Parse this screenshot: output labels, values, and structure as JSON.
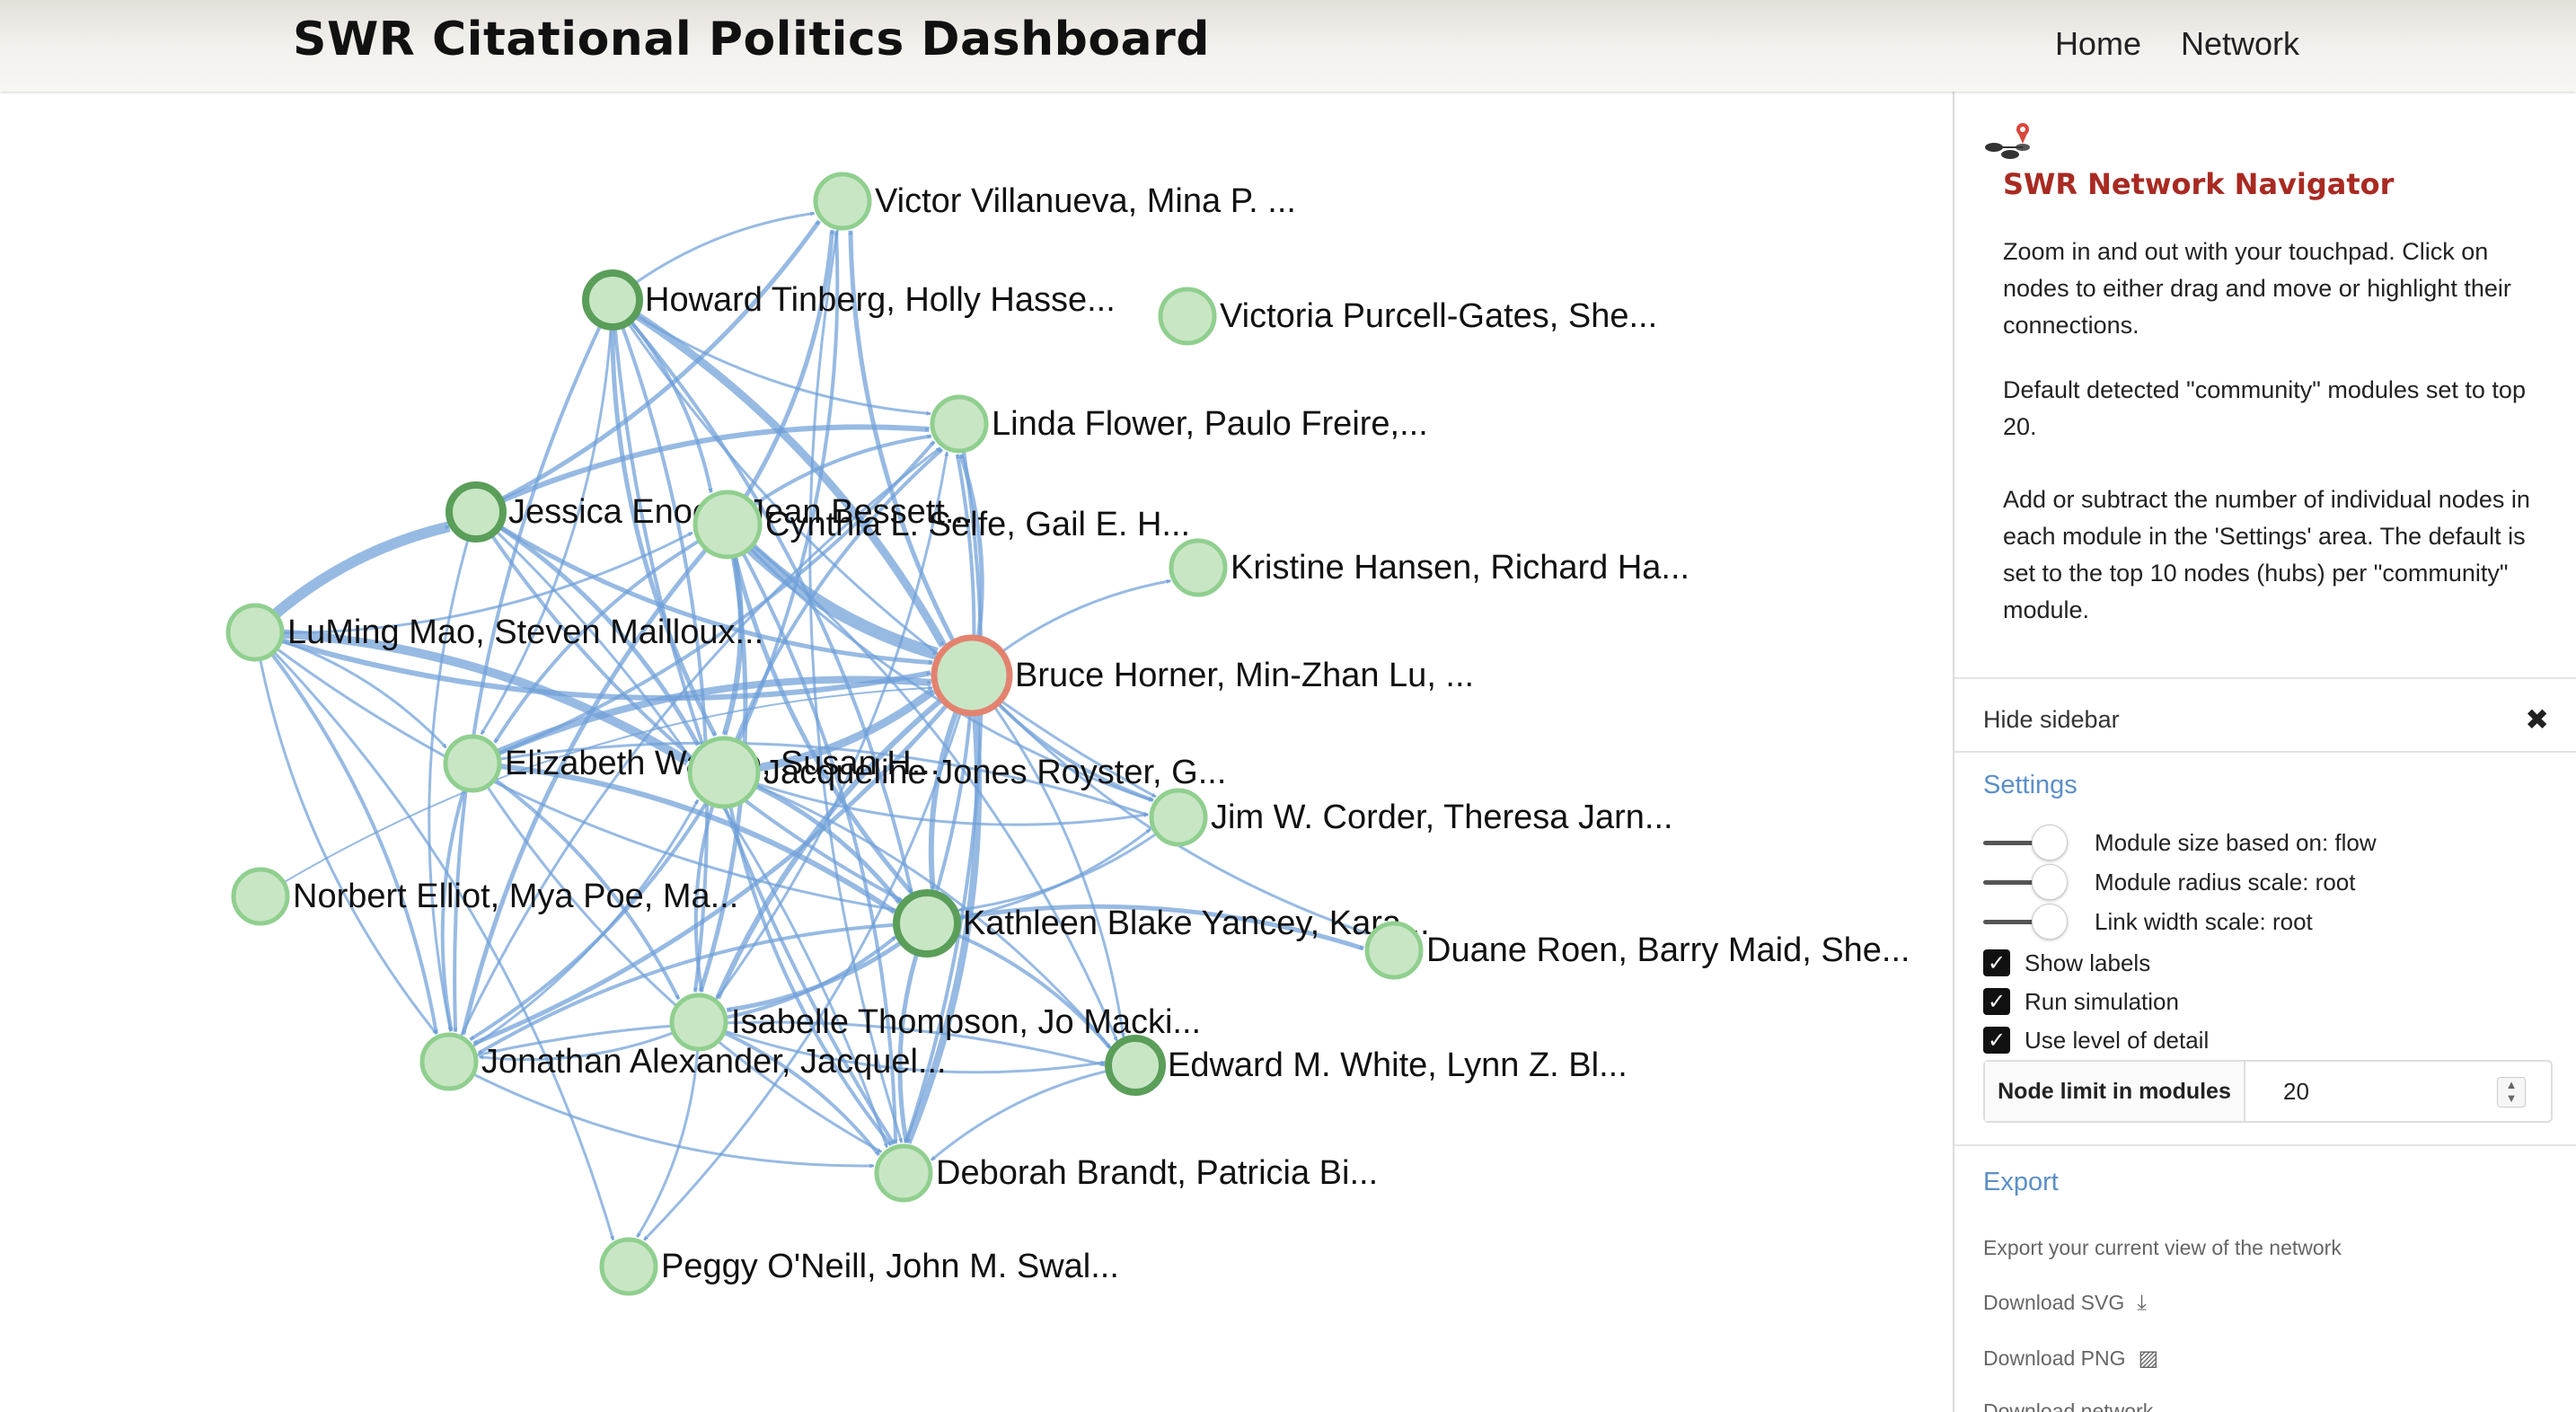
{
  "header": {
    "title": "SWR Citational Politics Dashboard",
    "nav": [
      "Home",
      "Network"
    ]
  },
  "graph": {
    "colors": {
      "node_fill": "#c8e6c4",
      "node_stroke": "#90cf8f",
      "hub_stroke": "#5a9e5a",
      "highlight_stroke": "#e3836f",
      "link": "#6f9fd8"
    },
    "nodes": [
      {
        "id": "villanueva",
        "label": "Victor Villanueva, Mina P. ..."
      },
      {
        "id": "tinberg",
        "label": "Howard Tinberg, Holly Hasse...",
        "hub": true
      },
      {
        "id": "purcell",
        "label": "Victoria Purcell-Gates, She..."
      },
      {
        "id": "flower",
        "label": "Linda Flower, Paulo Freire,..."
      },
      {
        "id": "enoch",
        "label": "Jessica Enoch, Jean Bessett...",
        "hub": true
      },
      {
        "id": "selfe",
        "label": "Cynthia L. Selfe, Gail E. H..."
      },
      {
        "id": "hansen",
        "label": "Kristine Hansen, Richard Ha..."
      },
      {
        "id": "mao",
        "label": "LuMing Mao, Steven Mailloux..."
      },
      {
        "id": "horner",
        "label": "Bruce Horner, Min-Zhan Lu, ...",
        "highlight": true
      },
      {
        "id": "wardle",
        "label": "Elizabeth Wardle, Susan H..."
      },
      {
        "id": "royster",
        "label": "Jacqueline Jones Royster, G..."
      },
      {
        "id": "corder",
        "label": "Jim W. Corder, Theresa Jarn..."
      },
      {
        "id": "elliot",
        "label": "Norbert Elliot, Mya Poe, Ma..."
      },
      {
        "id": "yancey",
        "label": "Kathleen Blake Yancey, Kara...",
        "hub": true
      },
      {
        "id": "roen",
        "label": "Duane Roen, Barry Maid, She..."
      },
      {
        "id": "thompson",
        "label": "Isabelle Thompson, Jo Macki..."
      },
      {
        "id": "alexander",
        "label": "Jonathan Alexander, Jacquel..."
      },
      {
        "id": "white",
        "label": "Edward M. White, Lynn Z. Bl...",
        "hub": true
      },
      {
        "id": "brandt",
        "label": "Deborah Brandt, Patricia Bi..."
      },
      {
        "id": "oneill",
        "label": "Peggy O'Neill, John M. Swal..."
      }
    ],
    "links": [
      [
        "tinberg",
        "villanueva",
        3
      ],
      [
        "tinberg",
        "flower",
        3
      ],
      [
        "tinberg",
        "horner",
        9
      ],
      [
        "tinberg",
        "royster",
        5
      ],
      [
        "tinberg",
        "yancey",
        4
      ],
      [
        "tinberg",
        "brandt",
        4
      ],
      [
        "tinberg",
        "thompson",
        4
      ],
      [
        "tinberg",
        "alexander",
        4
      ],
      [
        "tinberg",
        "wardle",
        3
      ],
      [
        "tinberg",
        "corder",
        3
      ],
      [
        "tinberg",
        "selfe",
        4
      ],
      [
        "enoch",
        "villanueva",
        5
      ],
      [
        "enoch",
        "flower",
        6
      ],
      [
        "enoch",
        "horner",
        5
      ],
      [
        "enoch",
        "royster",
        5
      ],
      [
        "enoch",
        "yancey",
        4
      ],
      [
        "enoch",
        "brandt",
        3
      ],
      [
        "enoch",
        "alexander",
        3
      ],
      [
        "mao",
        "enoch",
        12
      ],
      [
        "mao",
        "horner",
        6
      ],
      [
        "mao",
        "royster",
        10
      ],
      [
        "mao",
        "yancey",
        3
      ],
      [
        "mao",
        "alexander",
        4
      ],
      [
        "mao",
        "selfe",
        3
      ],
      [
        "mao",
        "wardle",
        3
      ],
      [
        "selfe",
        "villanueva",
        5
      ],
      [
        "selfe",
        "flower",
        4
      ],
      [
        "selfe",
        "horner",
        14
      ],
      [
        "selfe",
        "royster",
        6
      ],
      [
        "selfe",
        "yancey",
        5
      ],
      [
        "selfe",
        "thompson",
        5
      ],
      [
        "selfe",
        "alexander",
        5
      ],
      [
        "selfe",
        "brandt",
        4
      ],
      [
        "selfe",
        "corder",
        3
      ],
      [
        "selfe",
        "white",
        3
      ],
      [
        "selfe",
        "wardle",
        4
      ],
      [
        "wardle",
        "horner",
        8
      ],
      [
        "wardle",
        "flower",
        4
      ],
      [
        "wardle",
        "yancey",
        6
      ],
      [
        "wardle",
        "alexander",
        4
      ],
      [
        "wardle",
        "thompson",
        4
      ],
      [
        "wardle",
        "brandt",
        3
      ],
      [
        "wardle",
        "corder",
        3
      ],
      [
        "royster",
        "horner",
        9
      ],
      [
        "royster",
        "flower",
        4
      ],
      [
        "royster",
        "villanueva",
        4
      ],
      [
        "royster",
        "yancey",
        5
      ],
      [
        "royster",
        "brandt",
        4
      ],
      [
        "royster",
        "alexander",
        4
      ],
      [
        "royster",
        "corder",
        3
      ],
      [
        "royster",
        "white",
        3
      ],
      [
        "royster",
        "thompson",
        4
      ],
      [
        "horner",
        "villanueva",
        5
      ],
      [
        "horner",
        "flower",
        5
      ],
      [
        "horner",
        "hansen",
        3
      ],
      [
        "horner",
        "corder",
        4
      ],
      [
        "horner",
        "brandt",
        8
      ],
      [
        "horner",
        "thompson",
        6
      ],
      [
        "horner",
        "alexander",
        5
      ],
      [
        "horner",
        "yancey",
        6
      ],
      [
        "horner",
        "white",
        3
      ],
      [
        "horner",
        "roen",
        3
      ],
      [
        "horner",
        "oneill",
        3
      ],
      [
        "yancey",
        "flower",
        4
      ],
      [
        "yancey",
        "roen",
        5
      ],
      [
        "yancey",
        "alexander",
        4
      ],
      [
        "yancey",
        "thompson",
        5
      ],
      [
        "yancey",
        "brandt",
        5
      ],
      [
        "yancey",
        "white",
        4
      ],
      [
        "yancey",
        "corder",
        3
      ],
      [
        "thompson",
        "brandt",
        4
      ],
      [
        "thompson",
        "white",
        3
      ],
      [
        "thompson",
        "alexander",
        3
      ],
      [
        "thompson",
        "flower",
        3
      ],
      [
        "thompson",
        "oneill",
        3
      ],
      [
        "thompson",
        "yancey",
        4
      ],
      [
        "alexander",
        "white",
        3
      ],
      [
        "alexander",
        "brandt",
        3
      ],
      [
        "alexander",
        "flower",
        3
      ],
      [
        "alexander",
        "royster",
        3
      ],
      [
        "elliot",
        "horner",
        2
      ],
      [
        "mao",
        "alexander",
        3
      ],
      [
        "mao",
        "oneill",
        3
      ],
      [
        "white",
        "brandt",
        3
      ],
      [
        "corder",
        "yancey",
        3
      ],
      [
        "villanueva",
        "brandt",
        3
      ],
      [
        "flower",
        "brandt",
        4
      ]
    ]
  },
  "sidebar": {
    "title": "SWR Network Navigator",
    "intro": "Zoom in and out with your touchpad. Click on nodes to either drag and move or highlight their connections.",
    "modules_note": "Default detected \"community\" modules set to top 20.",
    "nodes_note": "Add or subtract the number of individual nodes in each module in the 'Settings' area. The default is set to the top 10 nodes (hubs) per \"community\" module.",
    "hide_label": "Hide sidebar",
    "settings": {
      "title": "Settings",
      "sliders": [
        "Module size based on: flow",
        "Module radius scale: root",
        "Link width scale: root"
      ],
      "checkboxes": [
        "Show labels",
        "Run simulation",
        "Use level of detail"
      ],
      "node_limit_label": "Node limit in modules",
      "node_limit_value": "20"
    },
    "export": {
      "title": "Export",
      "description": "Export your current view of the network",
      "svg_label": "Download SVG",
      "png_label": "Download PNG",
      "next_label": "Download network"
    }
  }
}
